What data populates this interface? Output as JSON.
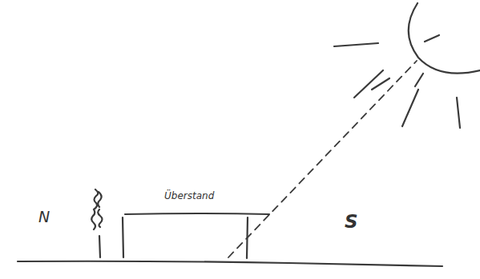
{
  "diagram": {
    "labels": [
      "N",
      "Überstand",
      "S"
    ]
  }
}
